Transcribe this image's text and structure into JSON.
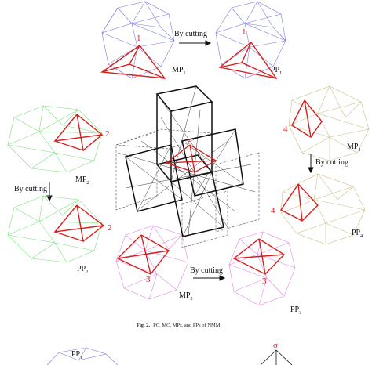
{
  "labels": {
    "mp1": "MP",
    "mp1_sub": "1",
    "pp1": "PP",
    "pp1_sub": "1",
    "mp2": "MP",
    "mp2_sub": "2",
    "pp2": "PP",
    "pp2_sub": "2",
    "mp3": "MP",
    "mp3_sub": "3",
    "pp3": "PP",
    "pp3_sub": "3",
    "mp4": "MP",
    "mp4_sub": "4",
    "pp4": "PP",
    "pp4_sub": "4",
    "pp1_bottom": "PP",
    "pp1_bottom_sub": "1",
    "sigma": "σ"
  },
  "numbers": {
    "n1a": "1",
    "n1b": "1",
    "n1c": "1",
    "n2a": "2",
    "n2b": "2",
    "n3a": "3",
    "n3b": "3",
    "n4a": "4",
    "n4b": "4"
  },
  "arrows": {
    "top": "By cutting",
    "left": "By cutting",
    "right": "By cutting",
    "bottom": "By cutting"
  },
  "caption": {
    "fig": "Fig. 2.",
    "text": "PC, MC, MPs, and PPs of NMM."
  },
  "colors": {
    "blue": "#7b7be0",
    "green": "#7ee07e",
    "pink": "#e48ae4",
    "tan": "#cdbf8a",
    "red": "#d62020",
    "black": "#111111"
  }
}
